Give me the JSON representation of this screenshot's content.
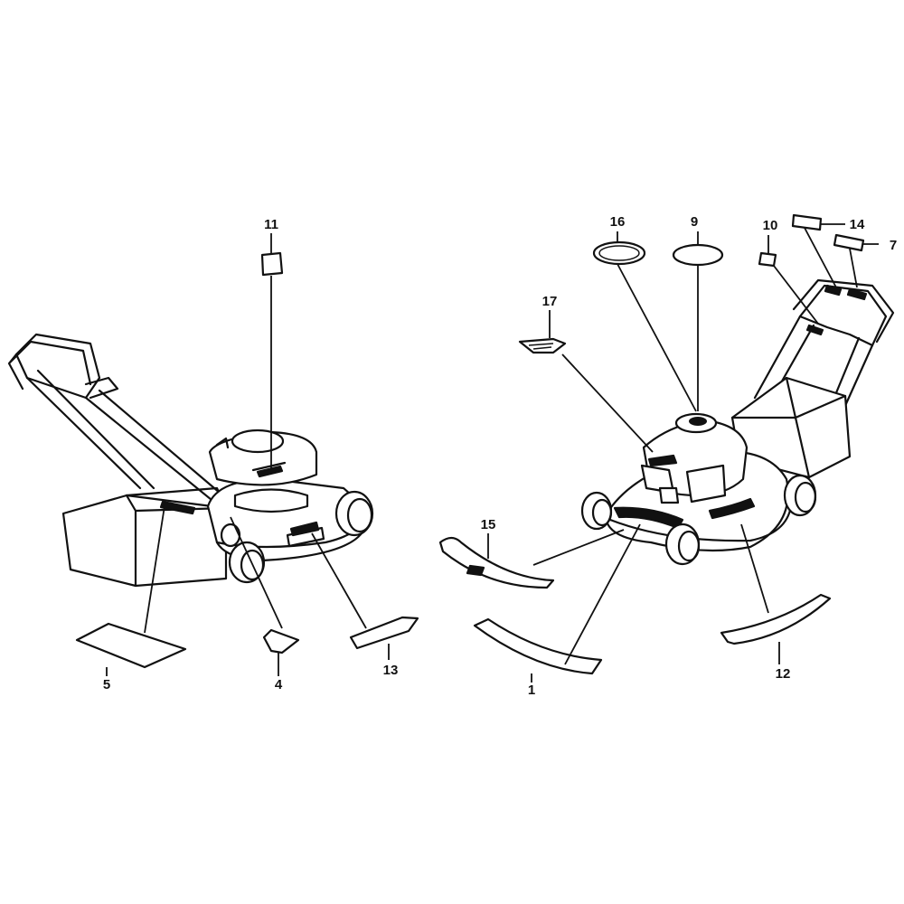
{
  "callouts": {
    "c1": "1",
    "c4": "4",
    "c5": "5",
    "c7": "7",
    "c9": "9",
    "c10": "10",
    "c11": "11",
    "c12": "12",
    "c13": "13",
    "c14": "14",
    "c15": "15",
    "c16": "16",
    "c17": "17"
  },
  "colors": {
    "line": "#111111",
    "background": "#ffffff"
  },
  "icons": {
    "left_mower": "lawn-mower-rear-view-icon",
    "right_mower": "lawn-mower-front-view-icon"
  }
}
